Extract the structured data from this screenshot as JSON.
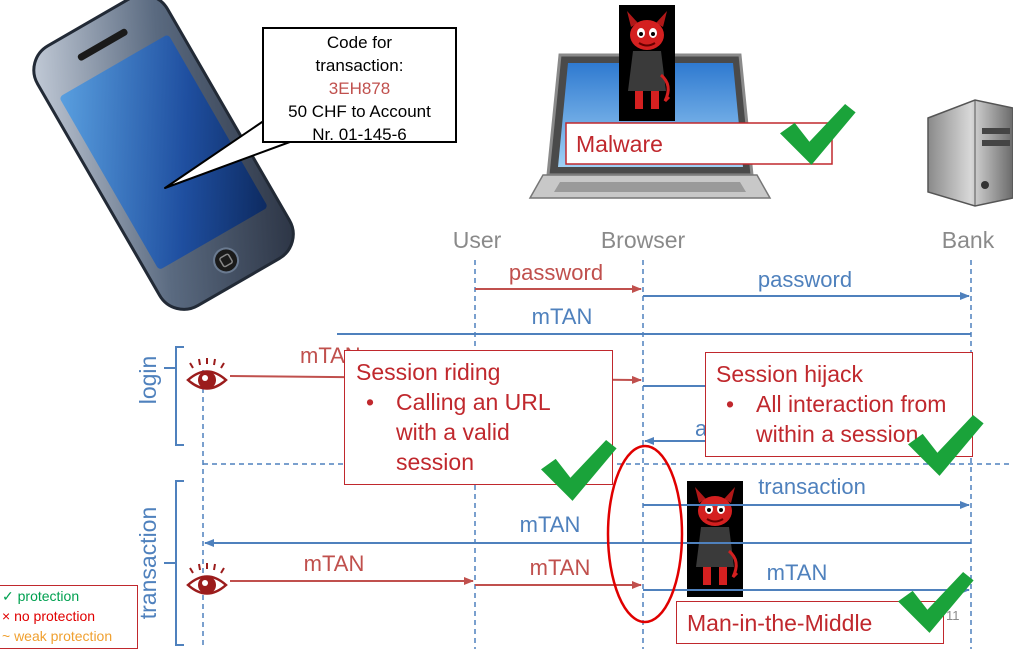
{
  "callout": {
    "line1": "Code for",
    "line2": "transaction:",
    "code": "3EH878",
    "line3": "50 CHF to Account",
    "line4": "Nr. 01-145-6"
  },
  "lanes": {
    "user": "User",
    "browser": "Browser",
    "bank": "Bank"
  },
  "phases": {
    "login": "login",
    "transaction": "transaction"
  },
  "messages": {
    "password_user": "password",
    "password_bank": "password",
    "mtan_top": "mTAN",
    "mtan_eye_login": "mTAN",
    "a_fragment": "a",
    "transaction": "transaction",
    "mtan_to_user": "mTAN",
    "mtan_eye_tx": "mTAN",
    "mtan_user_browser": "mTAN",
    "mtan_mitm": "mTAN"
  },
  "attacks": {
    "malware": "Malware",
    "session_riding": {
      "title": "Session riding",
      "bullet_lines": [
        "Calling an URL",
        "with a valid",
        "session"
      ]
    },
    "session_hijack": {
      "title": "Session hijack",
      "bullet_lines": [
        "All interaction from",
        "within a session"
      ]
    },
    "mitm": "Man-in-the-Middle"
  },
  "legend": {
    "protection": "✓ protection",
    "no_protection": "× no protection",
    "weak_protection": "~ weak protection"
  },
  "slide_number": "11",
  "colors": {
    "red": "#c0504d",
    "blue": "#4f81bd",
    "check_green": "#1aa33a",
    "box_red": "#c0282d",
    "legend_green": "#00a050",
    "legend_red": "#e00000",
    "legend_orange": "#f0a030"
  },
  "icons": [
    "smartphone-icon",
    "laptop-icon",
    "server-icon",
    "devil-icon",
    "eye-icon",
    "checkmark-icon"
  ]
}
